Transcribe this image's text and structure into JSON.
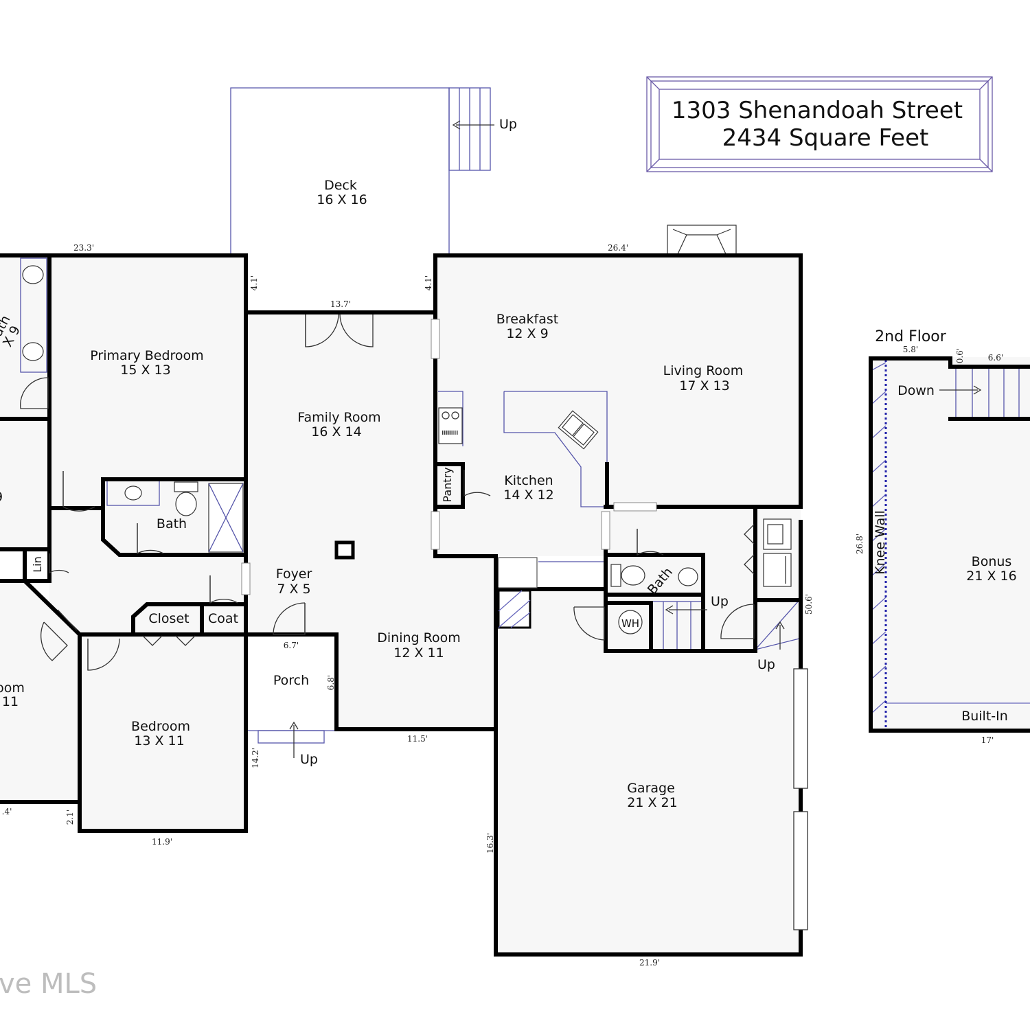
{
  "title": {
    "address": "1303 Shenandoah Street",
    "area": "2434 Square Feet"
  },
  "rooms": {
    "deck": {
      "name": "Deck",
      "size": "16 X 16"
    },
    "primary_bedroom": {
      "name": "Primary Bedroom",
      "size": "15 X 13"
    },
    "primary_bath": {
      "name": "Bath",
      "size": "X 9"
    },
    "family_room": {
      "name": "Family Room",
      "size": "16 X 14"
    },
    "breakfast": {
      "name": "Breakfast",
      "size": "12 X 9"
    },
    "living_room": {
      "name": "Living Room",
      "size": "17 X 13"
    },
    "kitchen": {
      "name": "Kitchen",
      "size": "14 X 12"
    },
    "pantry": {
      "name": "Pantry"
    },
    "bath": {
      "name": "Bath"
    },
    "half_bath": {
      "name": "Bath"
    },
    "foyer": {
      "name": "Foyer",
      "size": "7 X 5"
    },
    "closet": {
      "name": "Closet"
    },
    "coat": {
      "name": "Coat"
    },
    "linen": {
      "name": "Lin"
    },
    "dining_room": {
      "name": "Dining Room",
      "size": "12 X 11"
    },
    "porch": {
      "name": "Porch"
    },
    "bedroom": {
      "name": "Bedroom",
      "size": "13 X 11"
    },
    "bedroom_left": {
      "name": "oom",
      "size": "11"
    },
    "room_left_mid": {
      "size": "9"
    },
    "garage": {
      "name": "Garage",
      "size": "21 X 21"
    },
    "bonus": {
      "name": "Bonus",
      "size": "21 X 16"
    },
    "water_heater": {
      "name": "WH"
    }
  },
  "labels": {
    "second_floor": "2nd Floor",
    "knee_wall": "Knee Wall",
    "built_in": "Built-In",
    "down": "Down",
    "up_deck": "Up",
    "up_stairs": "Up",
    "up_garage": "Up",
    "up_porch": "Up"
  },
  "dimensions": {
    "top_left": "23.3'",
    "top_right": "26.4'",
    "deck_left_side": "4.1'",
    "deck_right_side": "4.1'",
    "deck_width": "13.7'",
    "foyer_width": "6.7'",
    "porch_side": "6.8'",
    "porch_depth": "14.2'",
    "dining_bottom": "11.5'",
    "bedroom_bottom": "11.9'",
    "bottom_left": ".4'",
    "bottom_left_side": "2.1'",
    "garage_side": "16.3'",
    "garage_bottom": "21.9'",
    "right_side": "50.6'",
    "bonus_top_a": "5.8'",
    "bonus_top_b": "0.6'",
    "bonus_top_c": "6.6'",
    "bonus_side": "26.8'",
    "bonus_bottom": "17'"
  },
  "watermark": "ve MLS"
}
